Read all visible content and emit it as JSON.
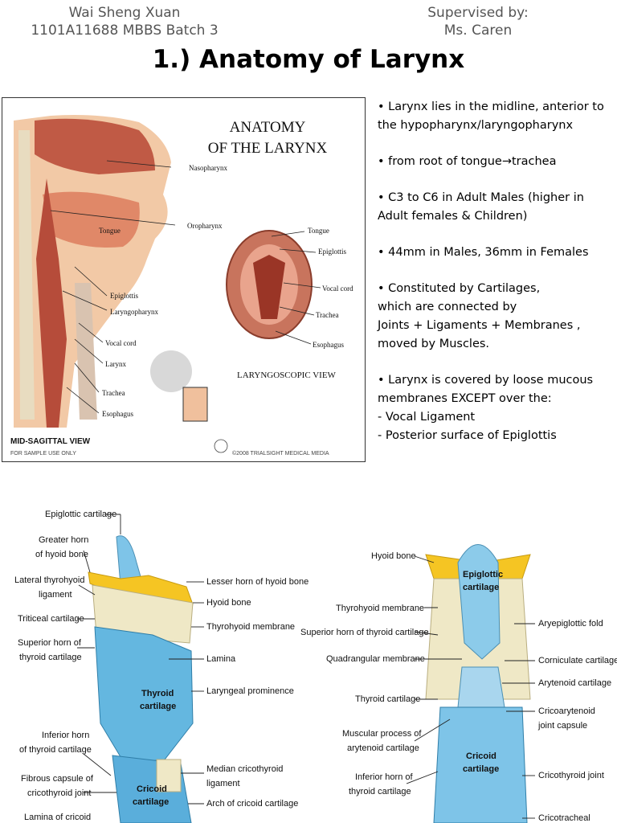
{
  "header": {
    "author_name": "Wai Sheng Xuan",
    "author_id": "1101A11688 MBBS Batch 3",
    "supervisor_label": "Supervised by:",
    "supervisor_name": "Ms. Caren"
  },
  "title": "1.) Anatomy of Larynx",
  "figure1": {
    "heading_line1": "ANATOMY",
    "heading_line2": "OF THE LARYNX",
    "labels": {
      "nasopharynx": "Nasopharynx",
      "tongue": "Tongue",
      "oropharynx": "Oropharynx",
      "epiglottis": "Epiglottis",
      "laryngopharynx": "Laryngopharynx",
      "vocal_cord": "Vocal cord",
      "larynx": "Larynx",
      "trachea": "Trachea",
      "esophagus": "Esophagus",
      "lv_tongue": "Tongue",
      "lv_epiglottis": "Epiglottis",
      "lv_vocal_cord": "Vocal cord",
      "lv_trachea": "Trachea",
      "lv_esophagus": "Esophagus"
    },
    "laryngoscopic_view": "LARYNGOSCOPIC VIEW",
    "mid_sagittal_view": "MID-SAGITTAL VIEW",
    "sample_note": "FOR SAMPLE USE ONLY",
    "copyright": "©2008 TRIALSIGHT MEDICAL MEDIA"
  },
  "bullets": {
    "b1": "• Larynx lies in the midline, anterior to the hypopharynx/laryngopharynx",
    "b2": "• from root of tongue→trachea",
    "b3": "• C3 to C6 in Adult Males (higher in Adult females & Children)",
    "b4": "• 44mm in Males, 36mm in Females",
    "b5_l1": "• Constituted by Cartilages,",
    "b5_l2": "which are connected by",
    "b5_l3": "Joints + Ligaments + Membranes ,",
    "b5_l4": "moved by Muscles.",
    "b6_l1": "• Larynx is covered by loose mucous",
    "b6_l2": "membranes EXCEPT over the:",
    "b6_l3": "- Vocal Ligament",
    "b6_l4": "- Posterior surface of Epiglottis"
  },
  "figure2": {
    "left_labels": {
      "epiglottic_cartilage": "Epiglottic cartilage",
      "greater_horn_1": "Greater horn",
      "greater_horn_2": "of hyoid bone",
      "lateral_thyrohyoid_1": "Lateral thyrohyoid",
      "lateral_thyrohyoid_2": "ligament",
      "triticeal": "Triticeal cartilage",
      "superior_horn_1": "Superior horn of",
      "superior_horn_2": "thyroid cartilage",
      "inferior_horn_1": "Inferior horn",
      "inferior_horn_2": "of thyroid cartilage",
      "fibrous_capsule_1": "Fibrous capsule of",
      "fibrous_capsule_2": "cricothyroid joint",
      "lamina_cricoid": "Lamina of cricoid",
      "lesser_horn": "Lesser horn of hyoid bone",
      "hyoid_bone": "Hyoid bone",
      "thyrohyoid_membrane": "Thyrohyoid membrane",
      "lamina": "Lamina",
      "laryngeal_prominence": "Laryngeal prominence",
      "median_cricothyroid_1": "Median cricothyroid",
      "median_cricothyroid_2": "ligament",
      "arch_cricoid": "Arch of cricoid cartilage",
      "thyroid_cartilage_1": "Thyroid",
      "thyroid_cartilage_2": "cartilage",
      "cricoid_cartilage_1": "Cricoid",
      "cricoid_cartilage_2": "cartilage"
    },
    "right_labels": {
      "hyoid_bone": "Hyoid bone",
      "thyrohyoid_membrane": "Thyrohyoid membrane",
      "superior_horn": "Superior horn of thyroid cartilage",
      "quadrangular_membrane": "Quadrangular membrane",
      "thyroid_cartilage": "Thyroid cartilage",
      "muscular_process_1": "Muscular process of",
      "muscular_process_2": "arytenoid cartilage",
      "inferior_horn_1": "Inferior horn of",
      "inferior_horn_2": "thyroid cartilage",
      "aryepiglottic_fold": "Aryepiglottic fold",
      "corniculate": "Corniculate cartilage",
      "arytenoid": "Arytenoid cartilage",
      "cricoarytenoid_1": "Cricoarytenoid",
      "cricoarytenoid_2": "joint capsule",
      "cricothyroid_joint": "Cricothyroid joint",
      "cricotracheal": "Cricotracheal",
      "epiglottic_cartilage_1": "Epiglottic",
      "epiglottic_cartilage_2": "cartilage",
      "cricoid_cartilage_1": "Cricoid",
      "cricoid_cartilage_2": "cartilage"
    }
  }
}
